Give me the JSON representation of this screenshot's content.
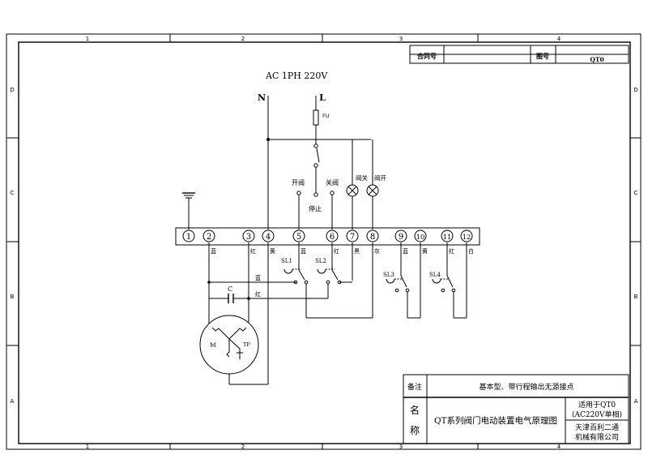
{
  "frame": {
    "col_labels": [
      "1",
      "2",
      "3",
      "4"
    ],
    "row_labels": [
      "D",
      "C",
      "B",
      "A"
    ]
  },
  "header": {
    "contract_label": "合同号",
    "contract_value": "",
    "drawing_no_label": "图号",
    "drawing_no_value": "QT0"
  },
  "supply": {
    "title": "AC 1PH  220V",
    "neutral": "N",
    "line": "L",
    "fuse": "FU"
  },
  "switches": {
    "open": "开阀",
    "close": "关阀",
    "stop": "停止"
  },
  "lamps": {
    "closed": "阀关",
    "opened": "阀开"
  },
  "terminals": [
    "1",
    "2",
    "3",
    "4",
    "5",
    "6",
    "7",
    "8",
    "9",
    "10",
    "11",
    "12"
  ],
  "wire_colors": {
    "t2": "蓝",
    "t3": "红",
    "t4": "黄",
    "t5": "蓝",
    "t6": "红",
    "t7": "黑",
    "t8": "灰",
    "t9": "蓝",
    "t10": "黄",
    "t11": "红",
    "t12": "白",
    "cap_top": "蓝",
    "cap_bottom": "红"
  },
  "limit_switches": [
    "SL1",
    "SL2",
    "SL3",
    "SL4"
  ],
  "motor": {
    "capacitor": "C",
    "motor": "M",
    "thermal": "TP"
  },
  "title_block": {
    "remarks_label": "备注",
    "remarks_value": "基本型、带行程输出无源接点",
    "name_label_1": "名",
    "name_label_2": "称",
    "name_value": "QT系列阀门电动装置电气原理图",
    "applies_line1": "适用于QT0",
    "applies_line2": "(AC220V单相)",
    "company_line1": "天津百利二通",
    "company_line2": "机械有限公司"
  }
}
